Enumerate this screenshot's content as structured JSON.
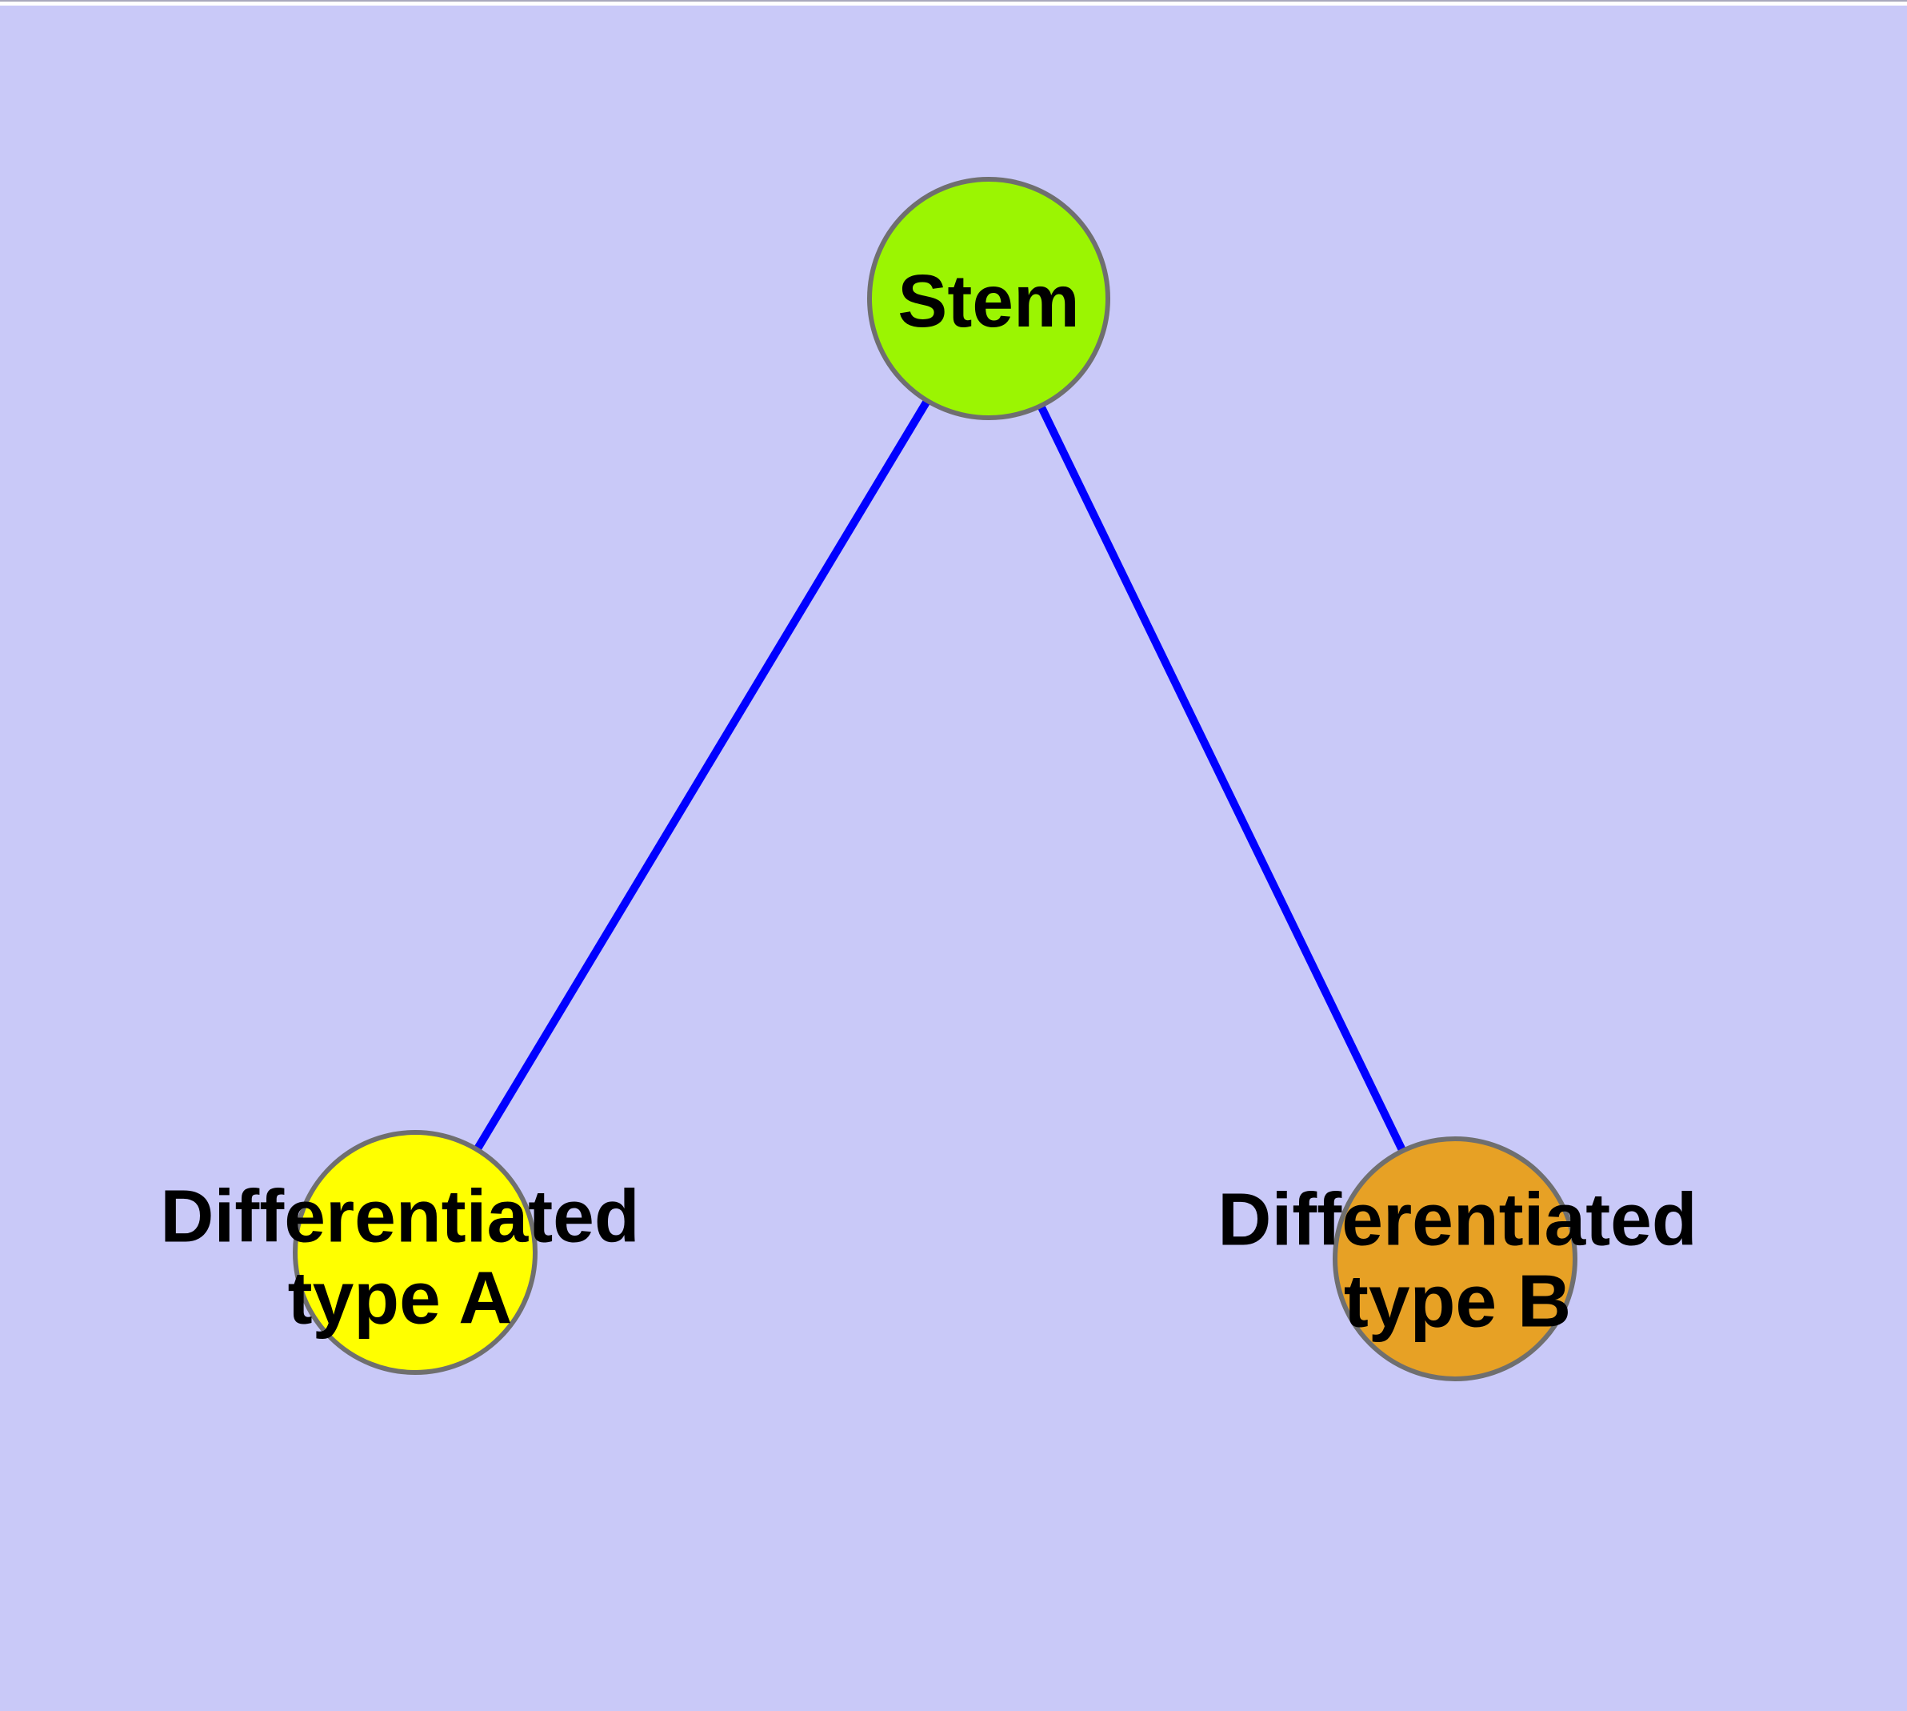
{
  "figure": {
    "background_color": "#C9C9F8",
    "top_strip_color": "#FFFFFF"
  },
  "edges": {
    "color": "#0000FF"
  },
  "nodes": [
    {
      "id": "stem",
      "label": "Stem",
      "fill": "#9BF502",
      "border": "#6F6F6F"
    },
    {
      "id": "differentiated-type-a",
      "label_line1": "Differentiated",
      "label_line2": "type A",
      "fill": "#FFFF00",
      "border": "#6F6F6F"
    },
    {
      "id": "differentiated-type-b",
      "label_line1": "Differentiated",
      "label_line2": "type B",
      "fill": "#E7A125",
      "border": "#6F6F6F"
    }
  ]
}
